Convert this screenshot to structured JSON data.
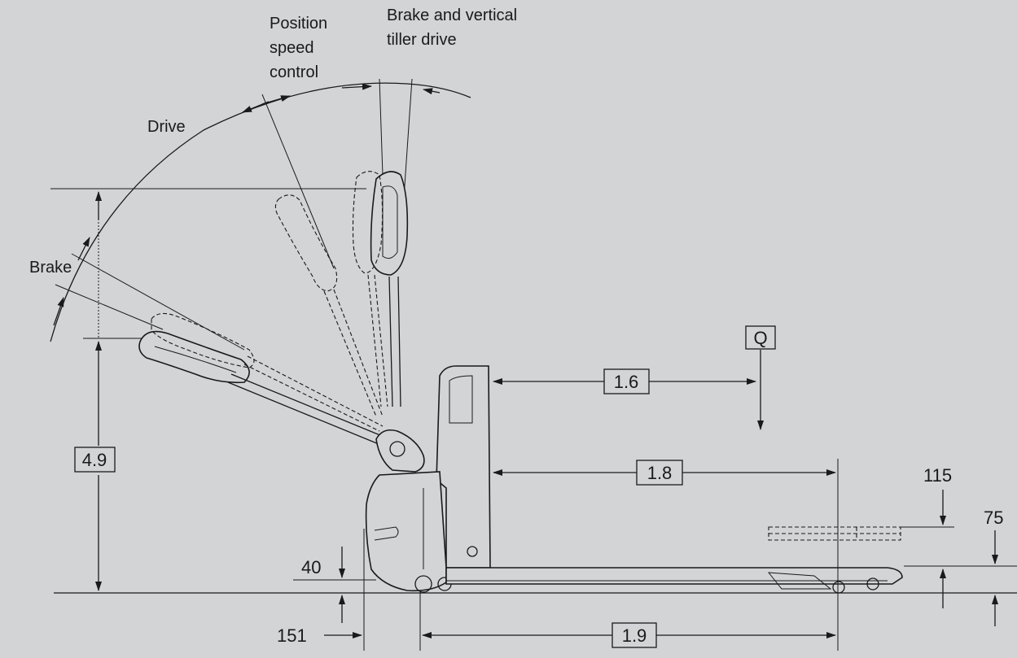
{
  "labels": {
    "position_speed_line1": "Position",
    "position_speed_line2": "speed",
    "position_speed_line3": "control",
    "brake_vertical_line1": "Brake and vertical",
    "brake_vertical_line2": "tiller drive",
    "drive": "Drive",
    "brake": "Brake"
  },
  "dimensions": {
    "tiller_height": "4.9",
    "load_center": "1.6",
    "fork_length_front": "1.8",
    "wheelbase": "1.9",
    "load_symbol": "Q",
    "ground_clearance": "40",
    "front_overhang": "151",
    "lift_height": "115",
    "fork_height": "75"
  }
}
